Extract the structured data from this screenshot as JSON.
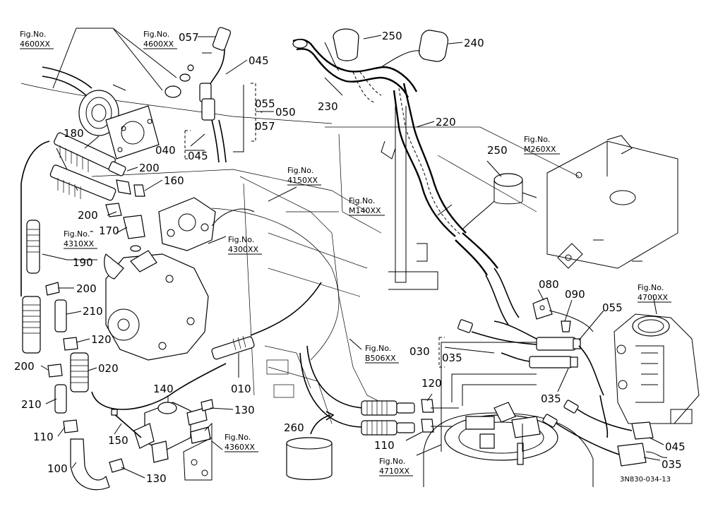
{
  "fig_refs": {
    "f4600_left": [
      "Fig.No.",
      "4600XX"
    ],
    "f4600_top": [
      "Fig.No.",
      "4600XX"
    ],
    "f4150": [
      "Fig.No.",
      "4150XX"
    ],
    "f4310": [
      "Fig.No.",
      "4310XX"
    ],
    "f4300": [
      "Fig.No.",
      "4300XX"
    ],
    "fM140": [
      "Fig.No.",
      "M140XX"
    ],
    "fM260": [
      "Fig.No.",
      "M260XX"
    ],
    "f4700": [
      "Fig.No.",
      "4700XX"
    ],
    "fB506": [
      "Fig.No.",
      "B506XX"
    ],
    "f4360": [
      "Fig.No.",
      "4360XX"
    ],
    "f4710": [
      "Fig.No.",
      "4710XX"
    ]
  },
  "parts": {
    "p057_top": "057",
    "p045_top": "045",
    "p055_top": "055",
    "p050": "050",
    "p057_mid": "057",
    "p040": "040",
    "p045_mid": "045",
    "p250_top": "250",
    "p240": "240",
    "p230": "230",
    "p220": "220",
    "p250_mid": "250",
    "p180": "180",
    "p200_a": "200",
    "p160": "160",
    "p200_b": "200",
    "p170": "170",
    "p190": "190",
    "p200_c": "200",
    "p210_a": "210",
    "p120_a": "120",
    "p020": "020",
    "p200_d": "200",
    "p210_b": "210",
    "p110_a": "110",
    "p100": "100",
    "p140": "140",
    "p150": "150",
    "p130_a": "130",
    "p130_b": "130",
    "p010": "010",
    "p080": "080",
    "p090": "090",
    "p055_right": "055",
    "p030": "030",
    "p035_a": "035",
    "p035_b": "035",
    "p120_b": "120",
    "p110_b": "110",
    "p260": "260",
    "p045_right": "045",
    "p035_c": "035"
  },
  "diagram_code": "3N830-034-13"
}
